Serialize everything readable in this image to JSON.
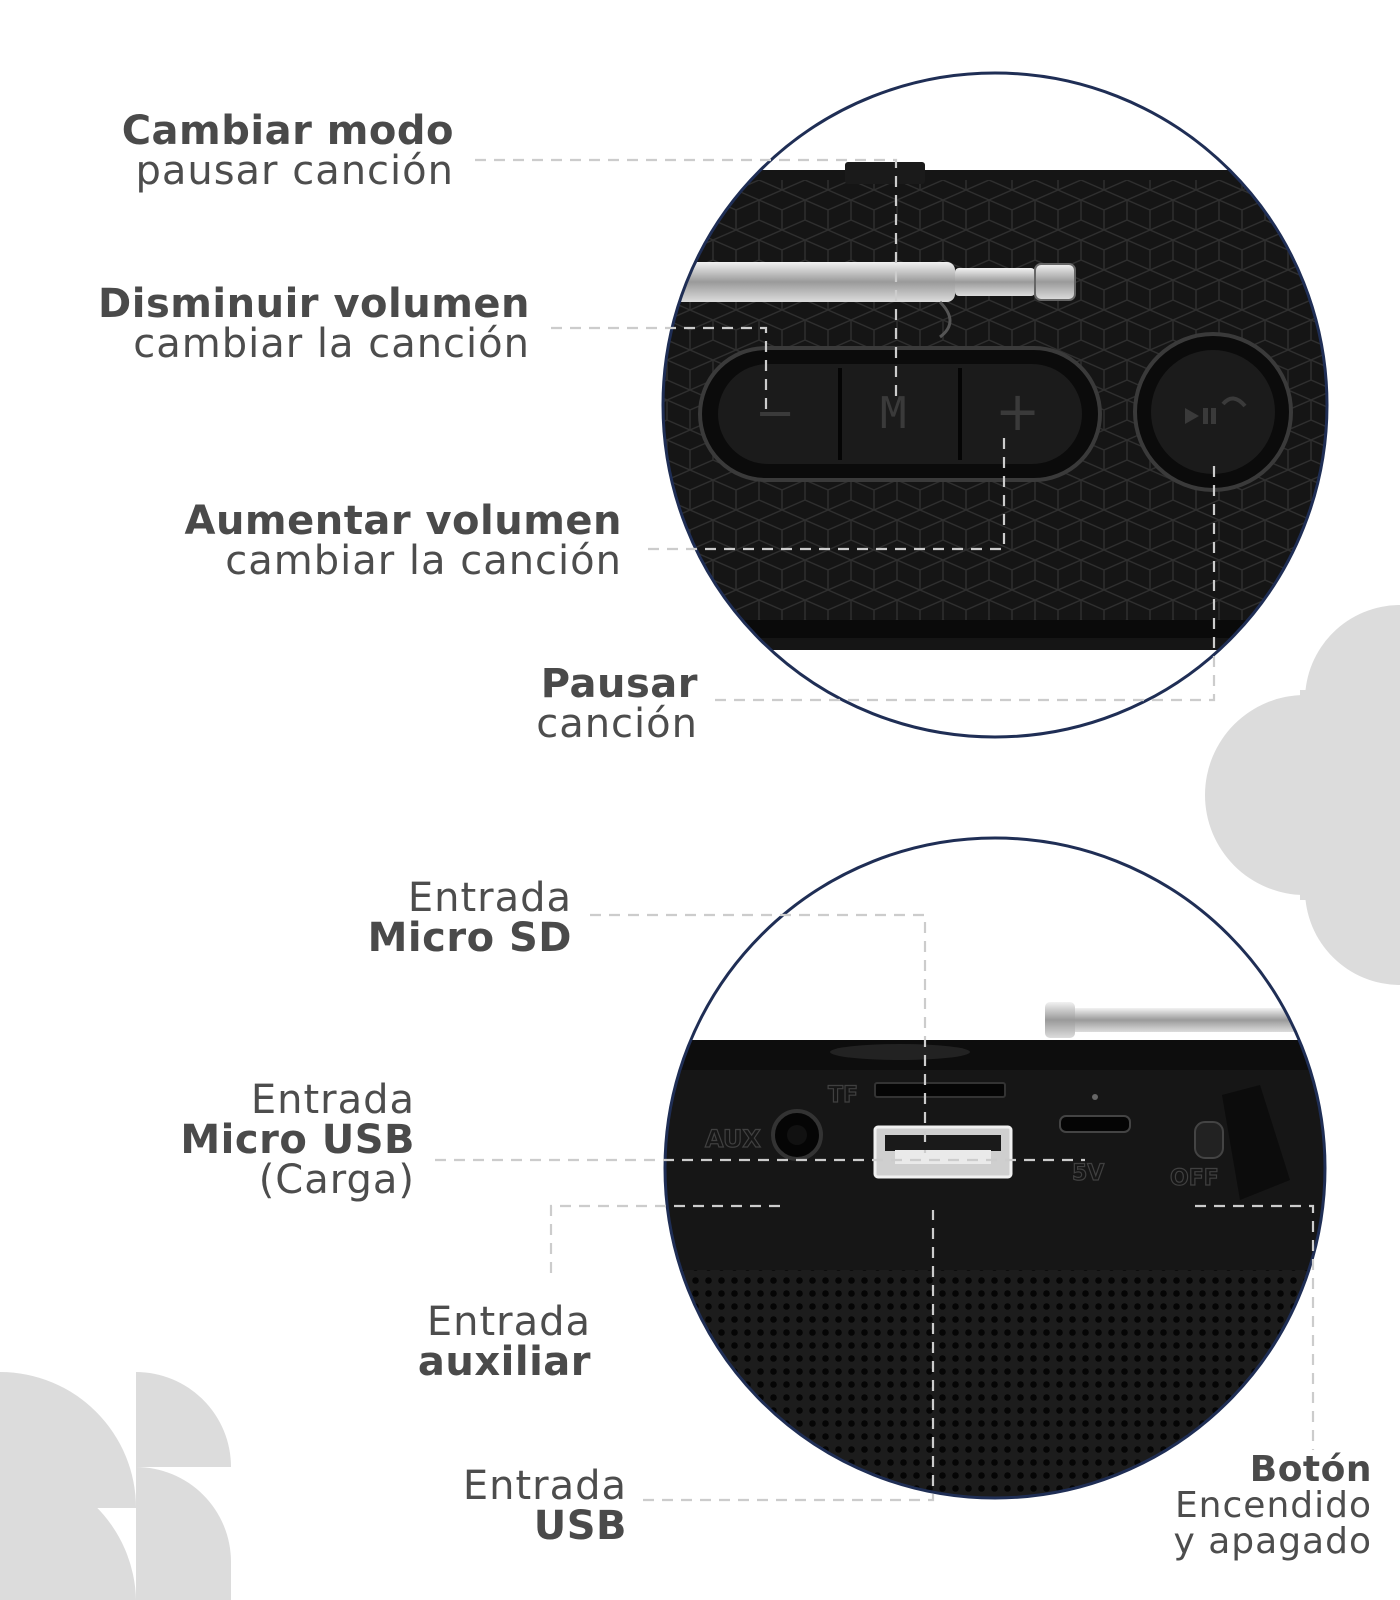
{
  "colors": {
    "ring": "#1f2e55",
    "device": "#141414",
    "leader": "#c8c8c8",
    "decor": "#dcdcdc",
    "text_bold": "#4a4a4a",
    "text_normal": "#4d4d4d"
  },
  "top_panel": {
    "labels": {
      "cambiar_modo": {
        "bold": "Cambiar modo",
        "normal": "pausar canción"
      },
      "disminuir": {
        "bold": "Disminuir volumen",
        "normal": "cambiar la canción"
      },
      "aumentar": {
        "bold": "Aumentar volumen",
        "normal": "cambiar la canción"
      },
      "pausar": {
        "bold": "Pausar",
        "normal": "canción"
      }
    },
    "buttons": {
      "minus": "−",
      "mode": "M",
      "plus": "+"
    },
    "icons": [
      "antenna-icon",
      "play-pause-icon",
      "hex-pattern-icon"
    ]
  },
  "bottom_panel": {
    "labels": {
      "micro_sd": {
        "normal": "Entrada",
        "bold": "Micro SD"
      },
      "micro_usb": {
        "normal": "Entrada",
        "bold": "Micro USB",
        "sub": "(Carga)"
      },
      "auxiliar": {
        "normal": "Entrada",
        "bold": "auxiliar"
      },
      "usb": {
        "normal": "Entrada",
        "bold": "USB"
      },
      "boton": {
        "bold": "Botón",
        "line1": "Encendido",
        "line2": "y apagado"
      }
    },
    "port_labels": {
      "tf": "TF",
      "aux": "AUX",
      "5v": "5V",
      "off": "OFF"
    },
    "icons": [
      "usb-port-icon",
      "aux-jack-icon",
      "micro-usb-icon",
      "power-switch-icon",
      "speaker-grille-icon"
    ]
  }
}
